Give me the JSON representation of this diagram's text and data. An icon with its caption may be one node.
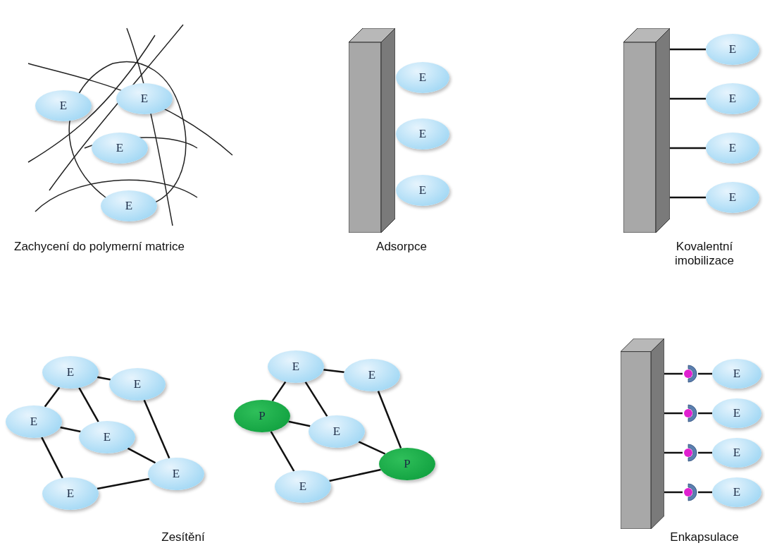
{
  "diagram": {
    "nodes": [
      {
        "text": [
          "E"
        ]
      },
      {
        "text": [
          "E"
        ]
      },
      {
        "text": [
          "E"
        ]
      },
      {
        "text": [
          "E"
        ]
      },
      {
        "text": [],
        "shape": "box"
      },
      {
        "text": [
          "E"
        ]
      },
      {
        "text": [
          "E"
        ]
      },
      {
        "text": [
          "E"
        ]
      },
      {
        "text": [],
        "shape": "box"
      },
      {
        "text": [
          "E"
        ]
      },
      {
        "text": [
          "E"
        ]
      },
      {
        "text": [
          "E"
        ]
      },
      {
        "text": [
          "E"
        ]
      },
      {
        "text": [
          "E"
        ]
      },
      {
        "text": [
          "E"
        ]
      },
      {
        "text": [
          "E"
        ]
      },
      {
        "text": [
          "E"
        ]
      },
      {
        "text": [
          "E"
        ]
      },
      {
        "text": [
          "E"
        ]
      },
      {
        "text": [
          "E"
        ]
      },
      {
        "text": [
          "E"
        ]
      },
      {
        "text": [
          "P"
        ]
      },
      {
        "text": [
          "E"
        ]
      },
      {
        "text": [
          "P"
        ]
      },
      {
        "text": [
          "E"
        ]
      },
      {
        "text": [],
        "shape": "box"
      },
      {
        "text": [],
        "shape": "circle"
      },
      {
        "text": [
          "E"
        ]
      },
      {
        "text": [],
        "shape": "circle"
      },
      {
        "text": [
          "E"
        ]
      },
      {
        "text": [],
        "shape": "circle"
      },
      {
        "text": [
          "E"
        ]
      },
      {
        "text": [],
        "shape": "circle"
      },
      {
        "text": [
          "E"
        ]
      }
    ],
    "edges": [
      {
        "from": 8,
        "to": 9,
        "arrow": "none"
      },
      {
        "from": 8,
        "to": 10,
        "arrow": "none"
      },
      {
        "from": 8,
        "to": 11,
        "arrow": "none"
      },
      {
        "from": 8,
        "to": 12,
        "arrow": "none"
      },
      {
        "from": 13,
        "to": 14,
        "arrow": "none"
      },
      {
        "from": 13,
        "to": 15,
        "arrow": "none"
      },
      {
        "from": 13,
        "to": 16,
        "arrow": "none"
      },
      {
        "from": 15,
        "to": 16,
        "arrow": "none"
      },
      {
        "from": 14,
        "to": 17,
        "arrow": "none"
      },
      {
        "from": 15,
        "to": 18,
        "arrow": "none"
      },
      {
        "from": 16,
        "to": 17,
        "arrow": "none"
      },
      {
        "from": 18,
        "to": 17,
        "arrow": "none"
      },
      {
        "from": 19,
        "to": 20,
        "arrow": "none"
      },
      {
        "from": 19,
        "to": 21,
        "arrow": "none"
      },
      {
        "from": 19,
        "to": 22,
        "arrow": "none"
      },
      {
        "from": 21,
        "to": 22,
        "arrow": "none"
      },
      {
        "from": 20,
        "to": 23,
        "arrow": "none"
      },
      {
        "from": 21,
        "to": 24,
        "arrow": "none"
      },
      {
        "from": 22,
        "to": 23,
        "arrow": "none"
      },
      {
        "from": 24,
        "to": 23,
        "arrow": "none"
      },
      {
        "from": 25,
        "to": 26,
        "arrow": "none"
      },
      {
        "from": 26,
        "to": 27,
        "arrow": "none"
      },
      {
        "from": 25,
        "to": 28,
        "arrow": "none"
      },
      {
        "from": 28,
        "to": 29,
        "arrow": "none"
      },
      {
        "from": 25,
        "to": 30,
        "arrow": "none"
      },
      {
        "from": 30,
        "to": 31,
        "arrow": "none"
      },
      {
        "from": 25,
        "to": 32,
        "arrow": "none"
      },
      {
        "from": 32,
        "to": 33,
        "arrow": "none"
      }
    ],
    "labels": [
      "Zachycení do polymerní matrice",
      "Adsorpce",
      "Kovalentní imobilizace",
      "Zesítění",
      "Enkapsulace"
    ]
  }
}
